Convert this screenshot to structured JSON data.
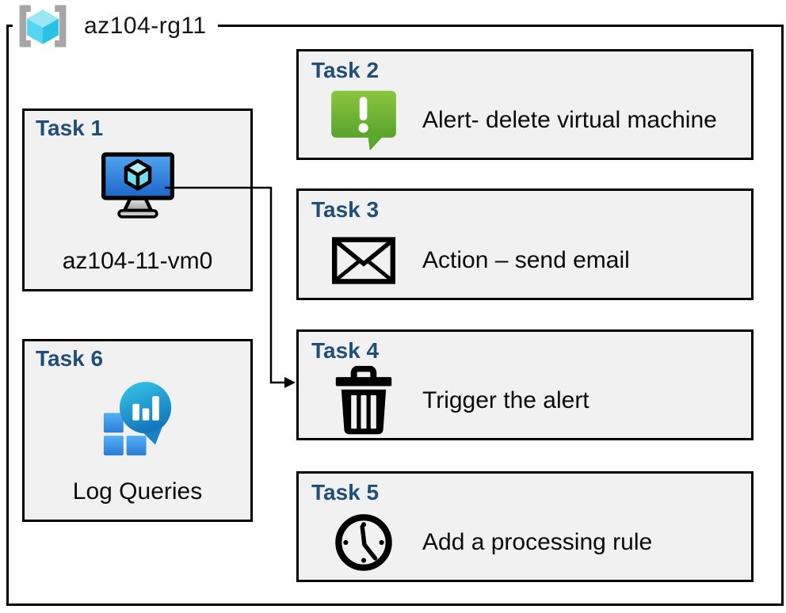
{
  "resource_group": {
    "title": "az104-rg11",
    "icon": "resource-group-icon"
  },
  "tasks": [
    {
      "label": "Task 1",
      "caption": "az104-11-vm0",
      "icon": "virtual-machine-icon"
    },
    {
      "label": "Task 2",
      "caption": "Alert- delete virtual machine",
      "icon": "alert-icon"
    },
    {
      "label": "Task 3",
      "caption": "Action – send email",
      "icon": "email-icon"
    },
    {
      "label": "Task 4",
      "caption": "Trigger the alert",
      "icon": "trash-icon"
    },
    {
      "label": "Task 5",
      "caption": "Add a processing rule",
      "icon": "clock-icon"
    },
    {
      "label": "Task 6",
      "caption": "Log Queries",
      "icon": "log-queries-icon"
    }
  ],
  "connector": {
    "from": "Task 1 virtual machine",
    "to": "Task 4"
  },
  "colors": {
    "task_label_blue": "#1F4E79",
    "box_fill": "#F1F1F1",
    "border_black": "#000000",
    "alert_green_top": "#8CC63E",
    "alert_green_bottom": "#57A32B",
    "vm_screen_blue_top": "#55A5F0",
    "vm_screen_blue_bottom": "#1B64CC",
    "log_bubble_teal_top": "#36C8E8",
    "log_bubble_teal_bottom": "#1478BE",
    "log_square_blue_top": "#55B1F1",
    "log_square_blue_bottom": "#2B7CD9",
    "resource_group_cyan": "#4FD2F0",
    "bracket_gray": "#A6A6A6"
  }
}
